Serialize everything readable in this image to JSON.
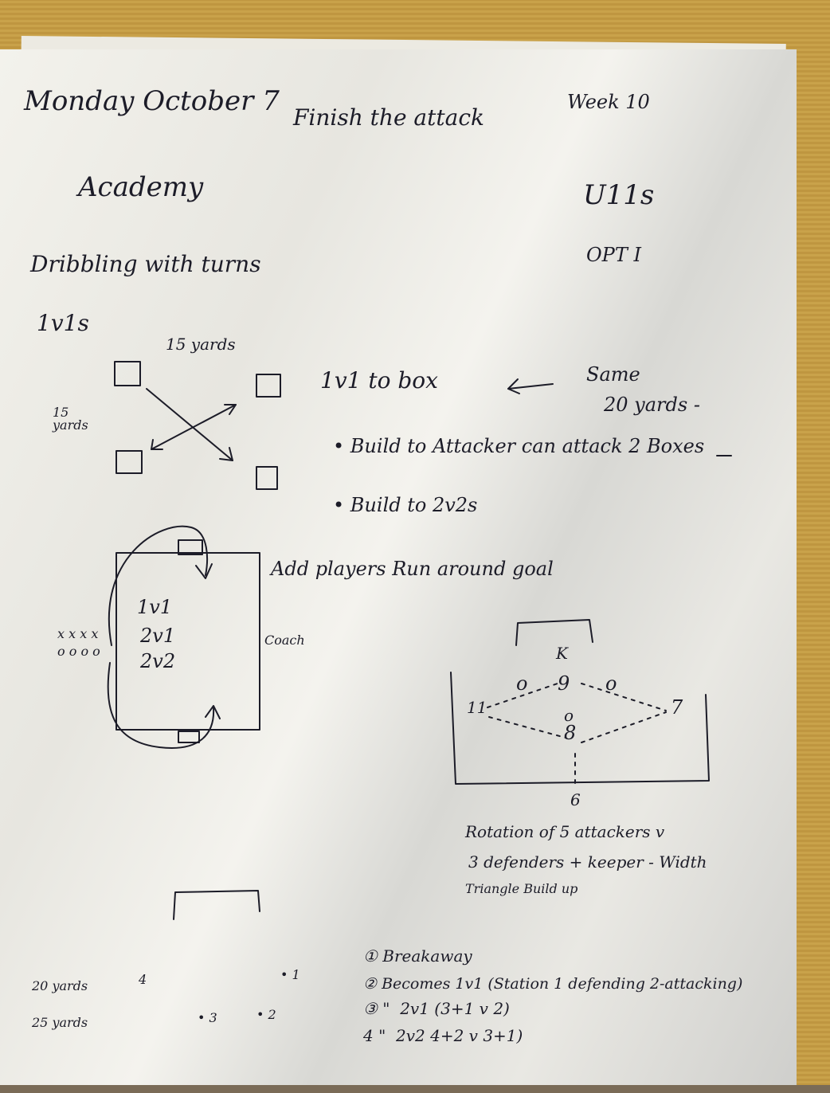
{
  "header": {
    "date": "Monday October 7",
    "topic": "Finish the attack",
    "week": "Week 10"
  },
  "program": "Academy",
  "age_group": "U11s",
  "team": "OPT I",
  "theme": "Dribbling with turns",
  "drill1": {
    "title": "1v1s",
    "width_label": "15 yards",
    "height_label": "15 yards",
    "note": "1v1 to box",
    "same_label": "Same",
    "distance": "20 yards -",
    "bullets": [
      "Build to Attacker can attack 2 Boxes",
      "Build to 2v2s"
    ]
  },
  "drill2": {
    "note": "Add players Run around goal",
    "stages": [
      "1v1",
      "2v1",
      "2v2"
    ],
    "attackers": "x x x x",
    "defenders": "o o o o",
    "coach": "Coach"
  },
  "drill3": {
    "keeper": "K",
    "positions": [
      "o",
      "9",
      "o",
      "11",
      "7",
      "o",
      "8",
      "6"
    ],
    "notes": [
      "Rotation of 5 attackers v",
      "3 defenders + keeper - Width",
      "Triangle Build up"
    ]
  },
  "drill4": {
    "dist1": "20 yards",
    "dist2": "25 yards",
    "markers": [
      "4",
      "1",
      "3",
      "2"
    ],
    "steps": [
      "① Breakaway",
      "② Becomes 1v1 (Station 1 defending 2-attacking)",
      "③ \"  2v1 (3+1 v 2)",
      "4 \"  2v2 4+2 v 3+1)"
    ]
  }
}
